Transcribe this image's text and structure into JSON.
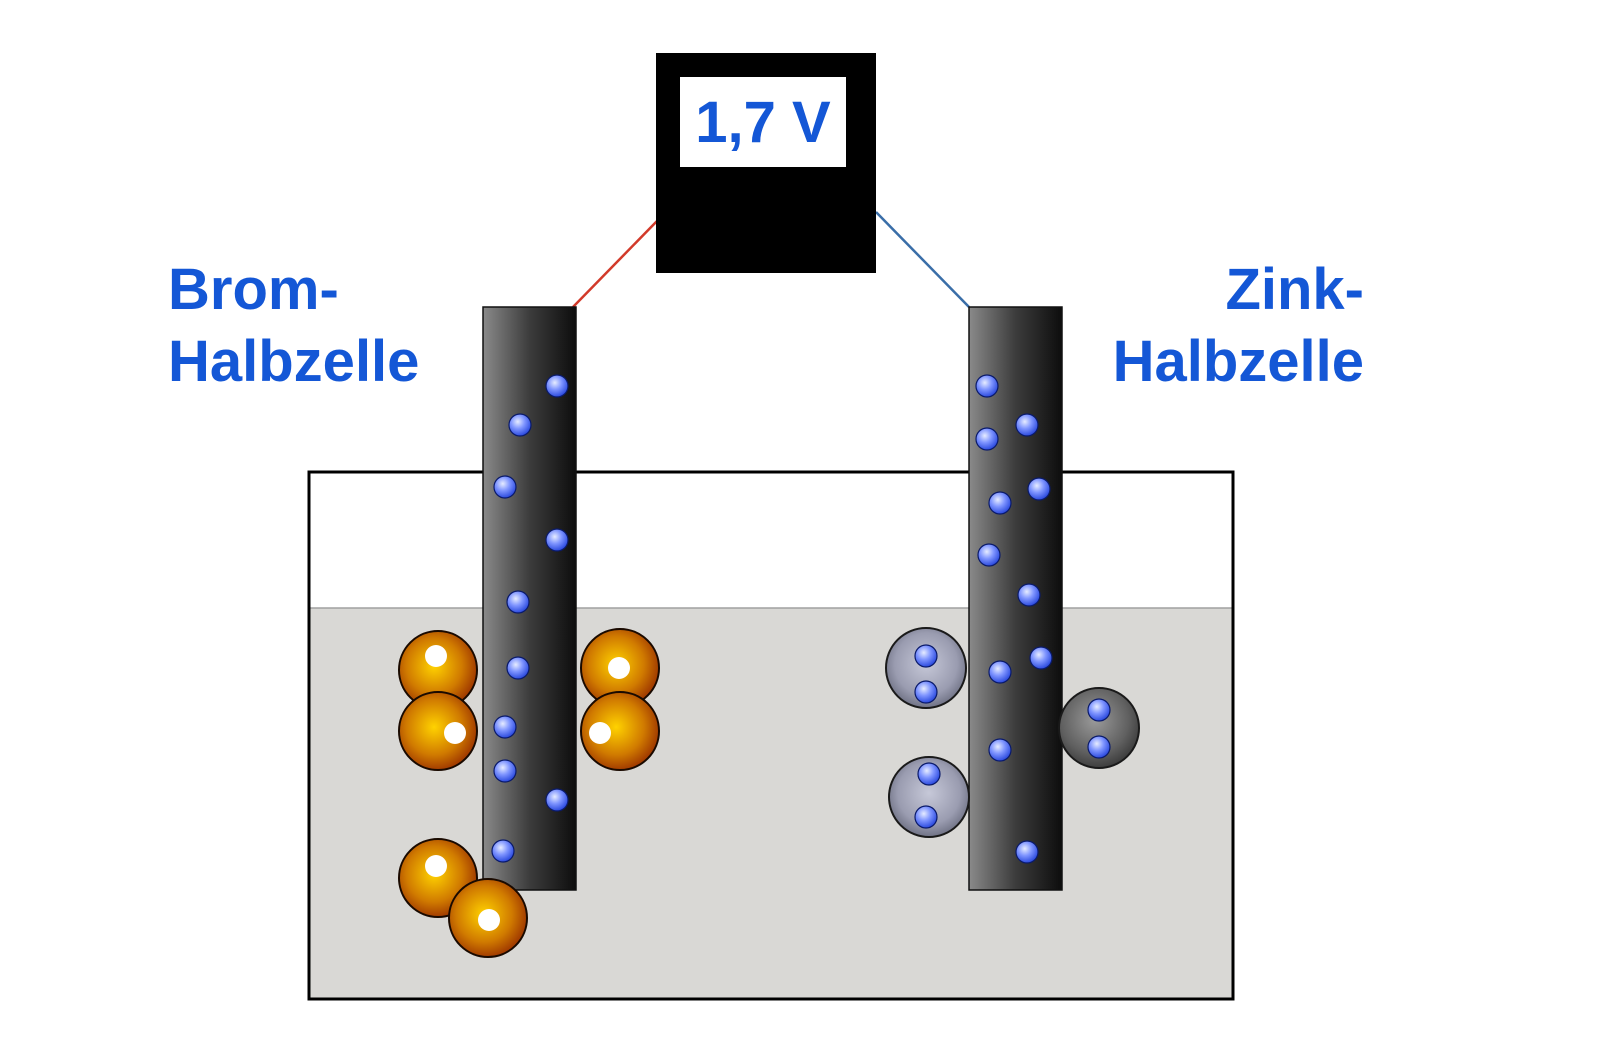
{
  "voltmeter": {
    "reading": "1,7 V"
  },
  "labels": {
    "left": {
      "line1": "Brom-",
      "line2": "Halbzelle"
    },
    "right": {
      "line1": "Zink-",
      "line2": "Halbzelle"
    }
  },
  "colors": {
    "label_blue": "#1457d6",
    "wire_left": "#d23a2a",
    "wire_right": "#3a6ea8",
    "electrolyte": "#d9d8d5",
    "electrode": "#3a3a3a",
    "electron": "#5a78ff"
  }
}
